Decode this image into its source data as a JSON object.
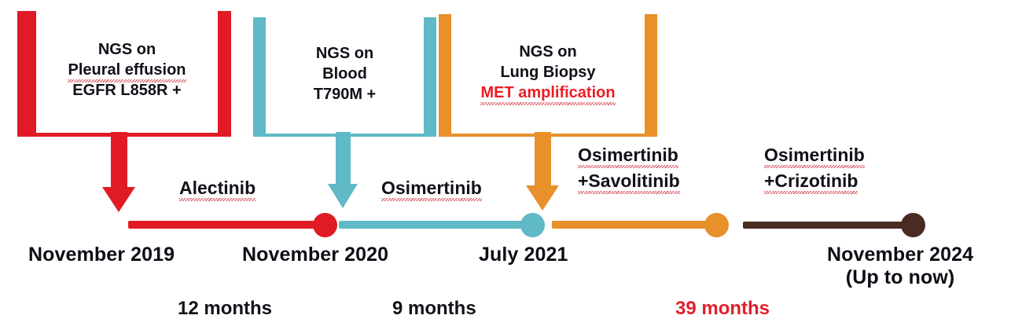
{
  "diagram": {
    "title": "NGS-guided treatment timeline",
    "colors": {
      "red": "#e01b26",
      "teal": "#5fb9c6",
      "orange": "#e8902a",
      "brown": "#4a2b24",
      "met_red": "#ec1c24",
      "duration_red": "#e0202c",
      "text_black": "#12101a"
    }
  },
  "boxes": [
    {
      "id": "pleural-effusion",
      "color": "#e01b26",
      "line1": "NGS on",
      "line2": "Pleural effusion",
      "line3": "EGFR L858R +",
      "line3_highlight": false
    },
    {
      "id": "blood",
      "color": "#5fb9c6",
      "line1": "NGS on",
      "line2": "Blood",
      "line3": "T790M +",
      "line3_highlight": false
    },
    {
      "id": "lung-biopsy",
      "color": "#e8902a",
      "line1": "NGS on",
      "line2": "Lung Biopsy",
      "line3": "MET amplification",
      "line3_highlight": true
    }
  ],
  "treatments": [
    {
      "id": "alectinib",
      "line1": "Alectinib",
      "line2": ""
    },
    {
      "id": "osimertinib",
      "line1": "Osimertinib",
      "line2": ""
    },
    {
      "id": "osi-savo",
      "line1": "Osimertinib",
      "line2": "+Savolitinib"
    },
    {
      "id": "osi-crizo",
      "line1": "Osimertinib",
      "line2": "+Crizotinib"
    }
  ],
  "milestones": [
    {
      "id": "m1",
      "label": "November 2019",
      "sub": ""
    },
    {
      "id": "m2",
      "label": "November 2020",
      "sub": ""
    },
    {
      "id": "m3",
      "label": "July 2021",
      "sub": ""
    },
    {
      "id": "m4",
      "label": "November 2024",
      "sub": "(Up to now)"
    }
  ],
  "durations": [
    {
      "id": "d1",
      "label": "12 months",
      "emphasis": false
    },
    {
      "id": "d2",
      "label": "9 months",
      "emphasis": false
    },
    {
      "id": "d3",
      "label": "39 months",
      "emphasis": true
    }
  ]
}
